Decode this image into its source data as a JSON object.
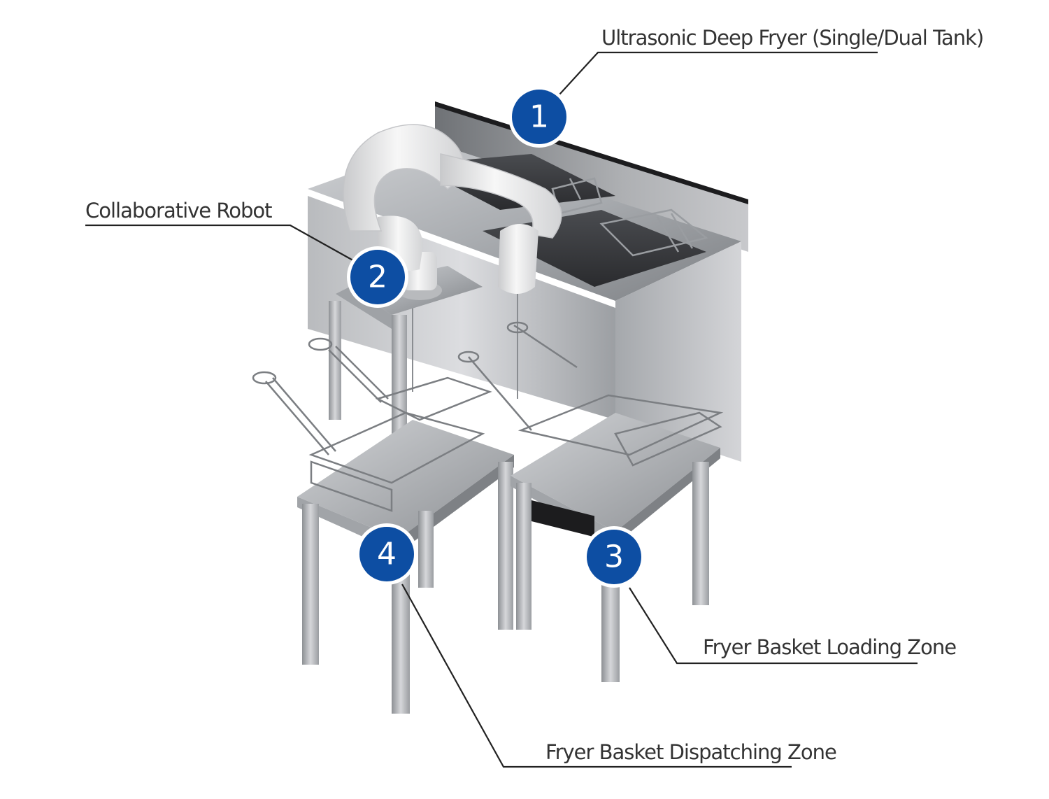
{
  "callouts": [
    {
      "number": "1",
      "label": "Ultrasonic Deep Fryer (Single/Dual Tank)"
    },
    {
      "number": "2",
      "label": "Collaborative Robot"
    },
    {
      "number": "3",
      "label": "Fryer Basket Loading Zone"
    },
    {
      "number": "4",
      "label": "Fryer Basket Dispatching Zone"
    }
  ],
  "colors": {
    "badge": "#0d4ea3",
    "badge_ring": "#ffffff",
    "steel_light": "#d9dadc",
    "steel_mid": "#b5b7ba",
    "steel_dark": "#6f7276",
    "robot": "#eeeeee",
    "leader": "#222222"
  }
}
